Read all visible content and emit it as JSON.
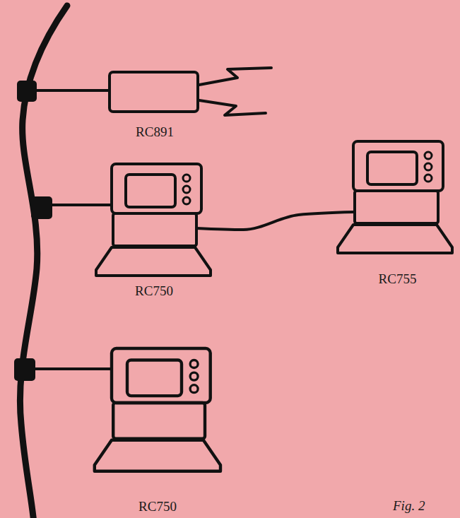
{
  "diagram": {
    "nodes": [
      {
        "text": [
          "RC891"
        ]
      },
      {
        "text": [
          "RC750"
        ]
      },
      {
        "text": [
          "RC755"
        ]
      },
      {
        "text": [
          "RC750"
        ]
      }
    ],
    "edges": [
      {
        "from": 1,
        "to": 2,
        "arrow": "none"
      }
    ],
    "labels": [
      "Fig. 2"
    ]
  }
}
